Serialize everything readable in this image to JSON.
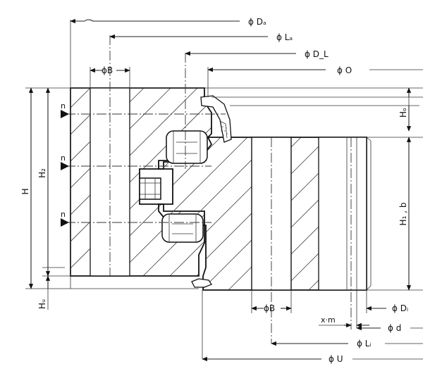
{
  "labels": {
    "d_a": "ϕ Dₐ",
    "l_a": "ϕ Lₐ",
    "d_l": "ϕ D_L",
    "o": "ϕ O",
    "b_top": "ϕB",
    "b_bottom": "ϕB",
    "d_i": "ϕ Dᵢ",
    "d": "ϕ d",
    "l_i": "ϕ Lᵢ",
    "u": "ϕ U",
    "xm": "x·m",
    "h": "H",
    "h2": "H₂",
    "hu": "Hᵤ",
    "ho": "Hₒ",
    "h1b": "H₁ , b",
    "n1": "n",
    "n2": "n",
    "n3": "n"
  }
}
